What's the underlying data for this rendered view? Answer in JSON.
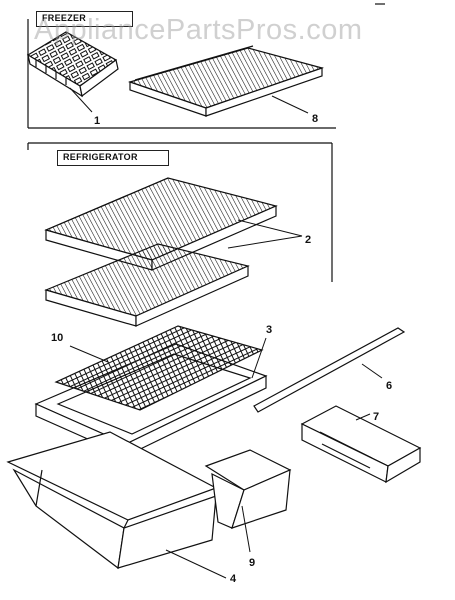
{
  "watermark": "AppliancePartsPros.com",
  "sections": {
    "freezer": "FREEZER",
    "refrigerator": "REFRIGERATOR"
  },
  "callouts": {
    "c1": "1",
    "c8": "8",
    "c2": "2",
    "c3": "3",
    "c10": "10",
    "c6": "6",
    "c7": "7",
    "c9": "9",
    "c4": "4"
  },
  "colors": {
    "line": "#111111",
    "watermark": "#969696"
  }
}
